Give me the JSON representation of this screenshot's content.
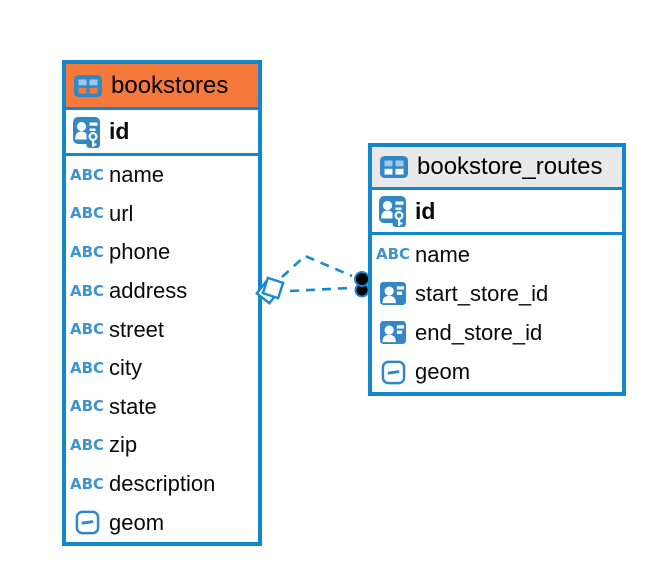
{
  "icons": {
    "text_label": "ABC",
    "table_icon": "table-icon",
    "primary_key_icon": "primary-key-icon",
    "foreign_key_icon": "foreign-key-icon",
    "geometry_icon": "geometry-type-icon"
  },
  "colors": {
    "table_border_blue": "#1287CC",
    "header_orange": "#F5793B",
    "header_gray": "#E9E9E9",
    "icon_blue": "#3287C6",
    "icon_cell_light_blue": "#9CCAE8",
    "abc_blue": "#3E94CE",
    "relationship_blue": "#1789CE",
    "relationship_dot_black": "#000000",
    "text_black": "#0A0A0A"
  },
  "tables": [
    {
      "name": "bookstores",
      "header_color": "#F5793B",
      "primary_key": {
        "name": "id",
        "icon": "primary-key-icon"
      },
      "columns": [
        {
          "name": "name",
          "icon": "text-type-icon"
        },
        {
          "name": "url",
          "icon": "text-type-icon"
        },
        {
          "name": "phone",
          "icon": "text-type-icon"
        },
        {
          "name": "address",
          "icon": "text-type-icon"
        },
        {
          "name": "street",
          "icon": "text-type-icon"
        },
        {
          "name": "city",
          "icon": "text-type-icon"
        },
        {
          "name": "state",
          "icon": "text-type-icon"
        },
        {
          "name": "zip",
          "icon": "text-type-icon"
        },
        {
          "name": "description",
          "icon": "text-type-icon"
        },
        {
          "name": "geom",
          "icon": "geometry-type-icon"
        }
      ]
    },
    {
      "name": "bookstore_routes",
      "header_color": "#E9E9E9",
      "primary_key": {
        "name": "id",
        "icon": "primary-key-icon"
      },
      "columns": [
        {
          "name": "name",
          "icon": "text-type-icon"
        },
        {
          "name": "start_store_id",
          "icon": "foreign-key-icon"
        },
        {
          "name": "end_store_id",
          "icon": "foreign-key-icon"
        },
        {
          "name": "geom",
          "icon": "geometry-type-icon"
        }
      ]
    }
  ],
  "relationship": {
    "from_table": "bookstores",
    "to_table": "bookstore_routes",
    "line_style": "dashed",
    "line_count": 2,
    "source_marker": "diamond-stack",
    "target_marker": "two-black-dots"
  }
}
